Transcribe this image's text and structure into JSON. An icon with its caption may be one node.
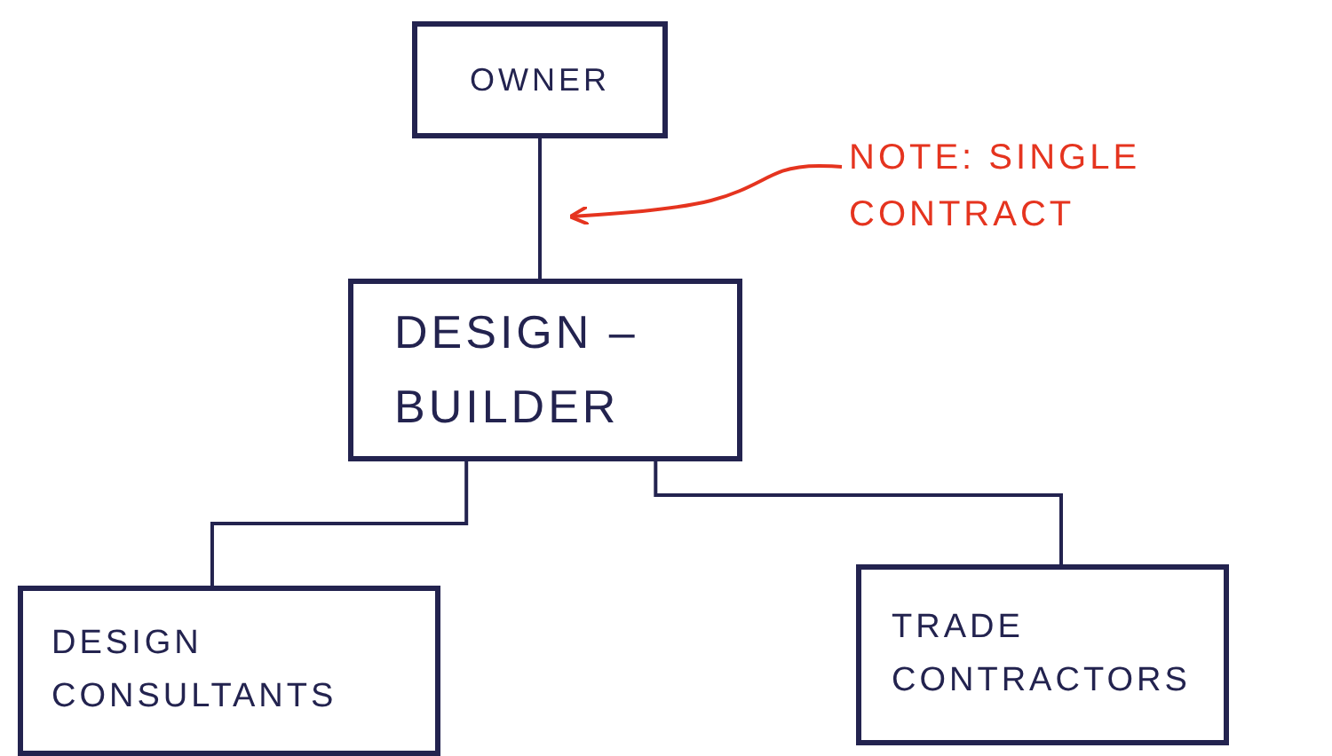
{
  "diagram": {
    "nodes": [
      {
        "text": [
          "OWNER"
        ]
      },
      {
        "text": [
          "NOTE: SINGLE CONTRACT"
        ]
      },
      {
        "text": [
          "DESIGN – BUILDER"
        ]
      },
      {
        "text": [
          "DESIGN CONSULTANTS"
        ]
      },
      {
        "text": [
          "TRADE CONTRACTORS"
        ]
      }
    ],
    "edges": [
      {
        "from": 0,
        "to": 2,
        "arrow": "none"
      },
      {
        "from": 2,
        "to": 3,
        "arrow": "none"
      },
      {
        "from": 2,
        "to": 4,
        "arrow": "none"
      },
      {
        "from": 1,
        "to": null,
        "arrow": "to",
        "color": "#e5341f"
      }
    ]
  }
}
